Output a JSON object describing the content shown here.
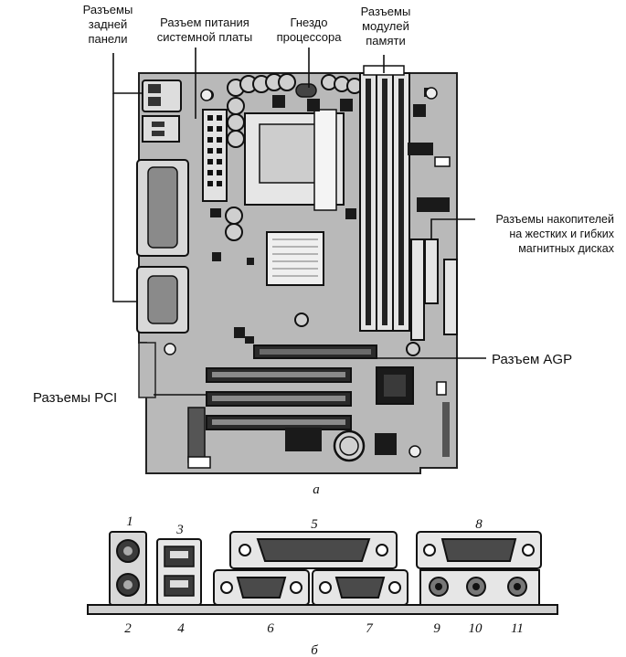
{
  "labels": {
    "rear_panel": [
      "Разъемы",
      "задней",
      "панели"
    ],
    "mb_power": [
      "Разъем питания",
      "системной платы"
    ],
    "cpu_socket": [
      "Гнездо",
      "процессора"
    ],
    "memory": [
      "Разъемы",
      "модулей",
      "памяти"
    ],
    "drives": [
      "Разъемы накопителей",
      "на жестких и гибких",
      "магнитных дисках"
    ],
    "agp": "Разъем AGP",
    "pci": "Разъемы PCI"
  },
  "captions": {
    "a": "а",
    "b": "б"
  },
  "port_numbers": {
    "top": [
      "1",
      "3",
      "5",
      "8"
    ],
    "bottom": [
      "2",
      "4",
      "6",
      "7",
      "9",
      "10",
      "11"
    ]
  },
  "colors": {
    "board": "#b8b8b8",
    "ink": "#111111",
    "chip": "#1a1a1a",
    "slot": "#2a2a2a"
  }
}
